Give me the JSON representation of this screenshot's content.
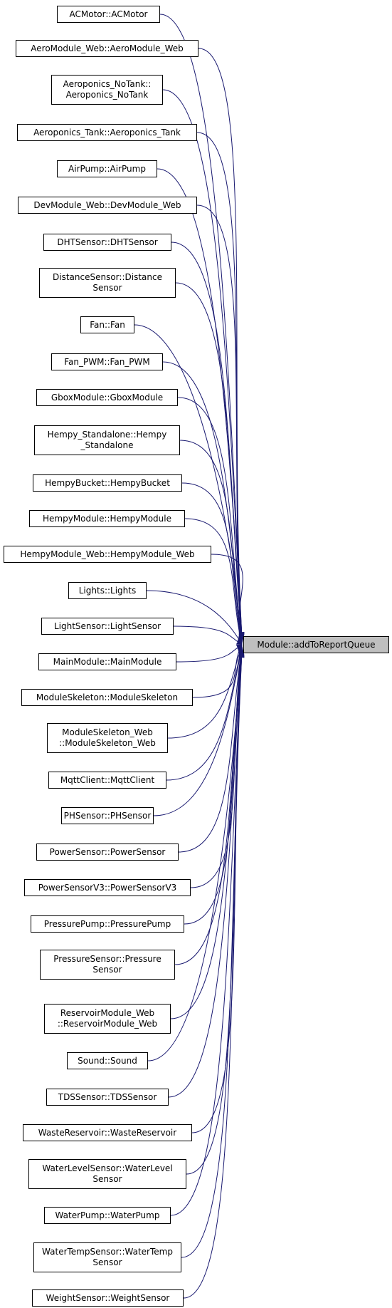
{
  "graph": {
    "target": {
      "label": "Module::addToReportQueue"
    },
    "callers": [
      {
        "label": "ACMotor::ACMotor"
      },
      {
        "label": "AeroModule_Web::AeroModule_Web"
      },
      {
        "label": "Aeroponics_NoTank::\nAeroponics_NoTank"
      },
      {
        "label": "Aeroponics_Tank::Aeroponics_Tank"
      },
      {
        "label": "AirPump::AirPump"
      },
      {
        "label": "DevModule_Web::DevModule_Web"
      },
      {
        "label": "DHTSensor::DHTSensor"
      },
      {
        "label": "DistanceSensor::Distance\nSensor"
      },
      {
        "label": "Fan::Fan"
      },
      {
        "label": "Fan_PWM::Fan_PWM"
      },
      {
        "label": "GboxModule::GboxModule"
      },
      {
        "label": "Hempy_Standalone::Hempy\n_Standalone"
      },
      {
        "label": "HempyBucket::HempyBucket"
      },
      {
        "label": "HempyModule::HempyModule"
      },
      {
        "label": "HempyModule_Web::HempyModule_Web"
      },
      {
        "label": "Lights::Lights"
      },
      {
        "label": "LightSensor::LightSensor"
      },
      {
        "label": "MainModule::MainModule"
      },
      {
        "label": "ModuleSkeleton::ModuleSkeleton"
      },
      {
        "label": "ModuleSkeleton_Web\n::ModuleSkeleton_Web"
      },
      {
        "label": "MqttClient::MqttClient"
      },
      {
        "label": "PHSensor::PHSensor"
      },
      {
        "label": "PowerSensor::PowerSensor"
      },
      {
        "label": "PowerSensorV3::PowerSensorV3"
      },
      {
        "label": "PressurePump::PressurePump"
      },
      {
        "label": "PressureSensor::Pressure\nSensor"
      },
      {
        "label": "ReservoirModule_Web\n::ReservoirModule_Web"
      },
      {
        "label": "Sound::Sound"
      },
      {
        "label": "TDSSensor::TDSSensor"
      },
      {
        "label": "WasteReservoir::WasteReservoir"
      },
      {
        "label": "WaterLevelSensor::WaterLevel\nSensor"
      },
      {
        "label": "WaterPump::WaterPump"
      },
      {
        "label": "WaterTempSensor::WaterTemp\nSensor"
      },
      {
        "label": "WeightSensor::WeightSensor"
      }
    ],
    "colors": {
      "edge": "#191970",
      "node_border": "#000000",
      "node_fill": "#ffffff",
      "target_fill": "#bfbfbf"
    }
  }
}
